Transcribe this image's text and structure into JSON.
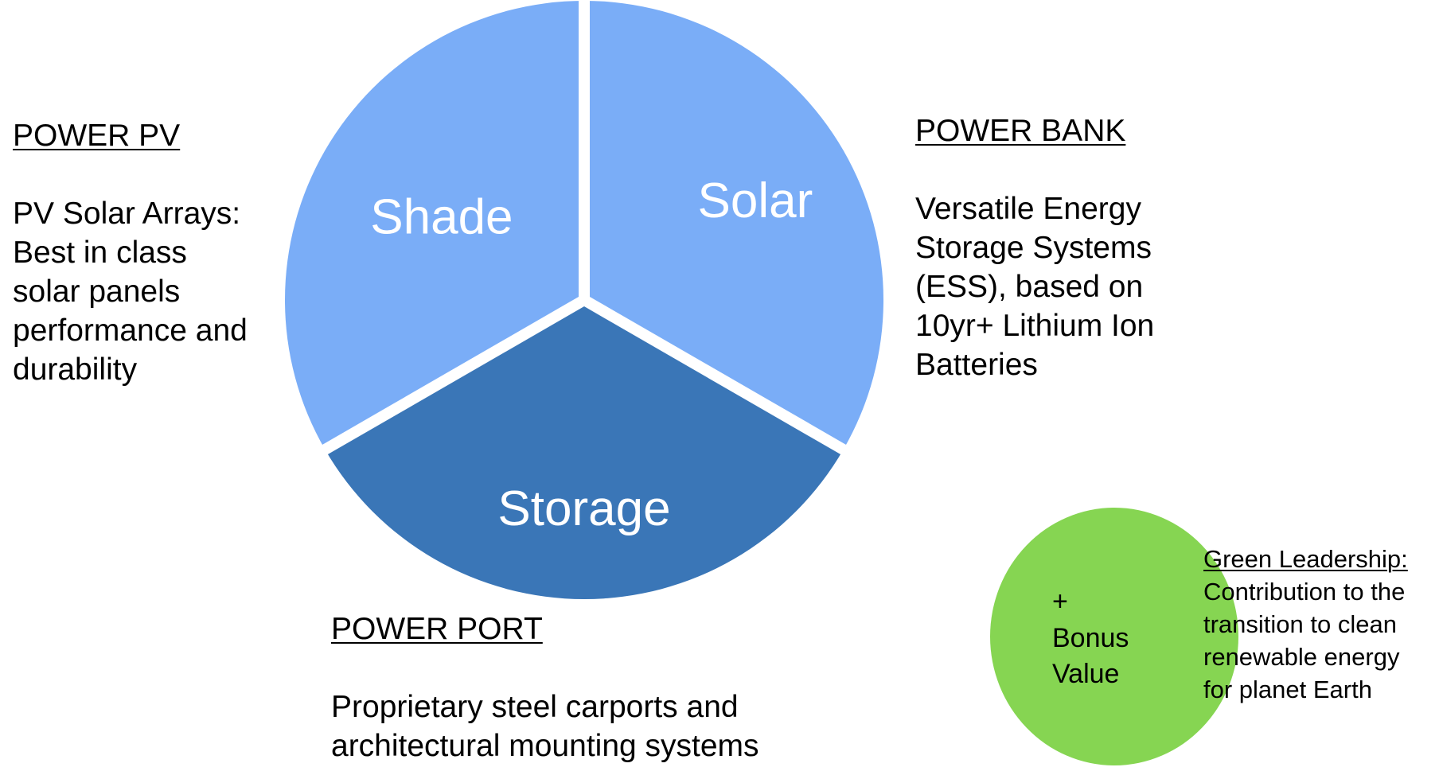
{
  "pie": {
    "segments": [
      {
        "label": "Solar",
        "value": 1,
        "color": "#7aadf7"
      },
      {
        "label": "Storage",
        "value": 1,
        "color": "#3a76b7"
      },
      {
        "label": "Shade",
        "value": 1,
        "color": "#7aadf7"
      }
    ],
    "label_color": "#ffffff",
    "separator_color": "#ffffff"
  },
  "power_pv": {
    "heading": "POWER PV",
    "lines": [
      "PV Solar Arrays:",
      "Best in class",
      "solar panels",
      "performance and",
      "durability"
    ]
  },
  "power_bank": {
    "heading": "POWER BANK",
    "lines": [
      "Versatile Energy",
      "Storage Systems",
      "(ESS), based on",
      "10yr+ Lithium Ion",
      "Batteries"
    ]
  },
  "power_port": {
    "heading": "POWER PORT",
    "lines": [
      "Proprietary steel carports and",
      "architectural mounting systems"
    ]
  },
  "bonus": {
    "lines": [
      "+",
      "Bonus",
      "Value"
    ],
    "color": "#86d552"
  },
  "green_leadership": {
    "heading": "Green Leadership:",
    "lines": [
      "Contribution to the",
      "transition to clean",
      "renewable energy",
      "for planet Earth"
    ]
  }
}
